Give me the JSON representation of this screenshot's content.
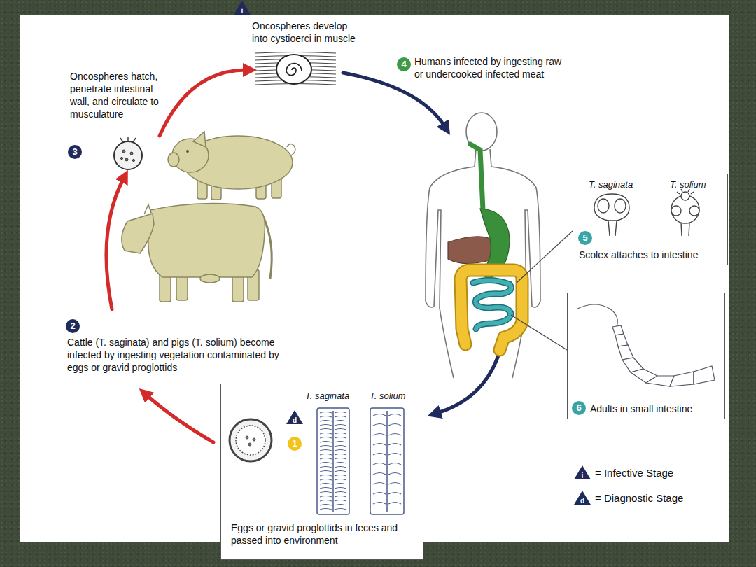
{
  "diagram": {
    "nodes": [
      {
        "text": [
          "T. saginata",
          "T. solium",
          "5",
          "Scolex attaches to intestine"
        ]
      },
      {
        "text": [
          "6",
          "Adults in small intestine"
        ]
      },
      {
        "text": [
          "T. saginata",
          "T. solium",
          "d",
          "1",
          "Eggs or gravid proglottids in feces and passed into environment"
        ]
      }
    ],
    "labels": [
      "i",
      "Oncospheres develop into cystioerci in muscle",
      "4",
      "Humans infected by ingesting raw or undercooked infected meat",
      "3",
      "Oncospheres hatch, penetrate intestinal wall, and circulate to musculature",
      "2",
      "Cattle (T. saginata) and pigs (T. solium) become infected by ingesting vegetation contaminated by eggs or gravid proglottids",
      "i",
      "d"
    ],
    "legend": [
      {
        "text": "= Infective Stage"
      },
      {
        "text": "= Diagnostic Stage"
      }
    ]
  }
}
